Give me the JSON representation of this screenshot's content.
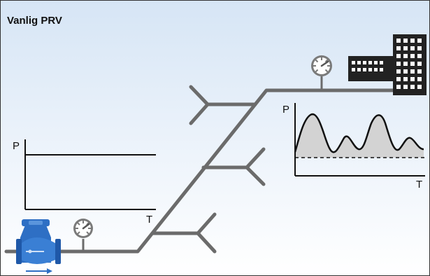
{
  "title": "Vanlig PRV",
  "left_chart": {
    "y_label": "P",
    "x_label": "T"
  },
  "right_chart": {
    "y_label": "P",
    "x_label": "T"
  },
  "colors": {
    "pipe": "#6b6b6b",
    "valve": "#2e6fc4",
    "flow_arrow": "#2e6fc4",
    "gauge": "#777777",
    "building": "#222222"
  },
  "icons": [
    "valve-icon",
    "pressure-gauge-icon",
    "building-icon",
    "flow-arrow-icon"
  ]
}
